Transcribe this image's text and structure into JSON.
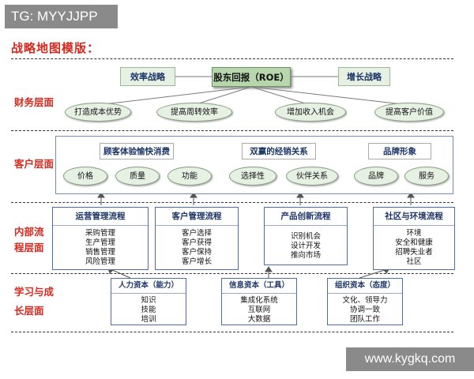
{
  "watermarks": {
    "top_left": "TG: MYYJJPP",
    "bottom_right": "www.kygkq.com"
  },
  "title": "战略地图模版：",
  "levels": {
    "financial": "财务层面",
    "customer": "客户层面",
    "process_1": "内部流",
    "process_2": "程层面",
    "learning_1": "学习与成",
    "learning_2": "长层面"
  },
  "financial": {
    "efficiency": "效率战略",
    "roe": "股东回报（ROE）",
    "growth": "增长战略",
    "ovals": [
      "打造成本优势",
      "提高周转效率",
      "增加收入机会",
      "提高客户价值"
    ]
  },
  "customer": {
    "experience": "顾客体验愉快消费",
    "winwin": "双赢的经销关系",
    "brand": "品牌形象",
    "ovals": [
      "价格",
      "质量",
      "功能",
      "选择性",
      "伙伴关系",
      "品牌",
      "服务"
    ]
  },
  "process": [
    {
      "title": "运营管理流程",
      "items": [
        "采购管理",
        "生产管理",
        "销售管理",
        "风险管理"
      ]
    },
    {
      "title": "客户管理流程",
      "items": [
        "客户选择",
        "客户获得",
        "客户保持",
        "客户增长"
      ]
    },
    {
      "title": "产品创新流程",
      "items": [
        "识别机会",
        "设计开发",
        "推向市场"
      ]
    },
    {
      "title": "社区与环境流程",
      "items": [
        "环境",
        "安全和健康",
        "招聘失业者",
        "社区"
      ]
    }
  ],
  "learning": [
    {
      "title": "人力资本（能力）",
      "items": [
        "知识",
        "技能",
        "培训"
      ]
    },
    {
      "title": "信息资本（工具）",
      "items": [
        "集成化系统",
        "互联网",
        "大数据"
      ]
    },
    {
      "title": "组织资本（态度）",
      "items": [
        "文化、领导力",
        "协调一致",
        "团队工作"
      ]
    }
  ],
  "colors": {
    "level_label": "#d42a1e",
    "frame_blue": "#4a6fa8",
    "box_green": "#e6f0e3",
    "roe_green": "#b7d6ad"
  }
}
